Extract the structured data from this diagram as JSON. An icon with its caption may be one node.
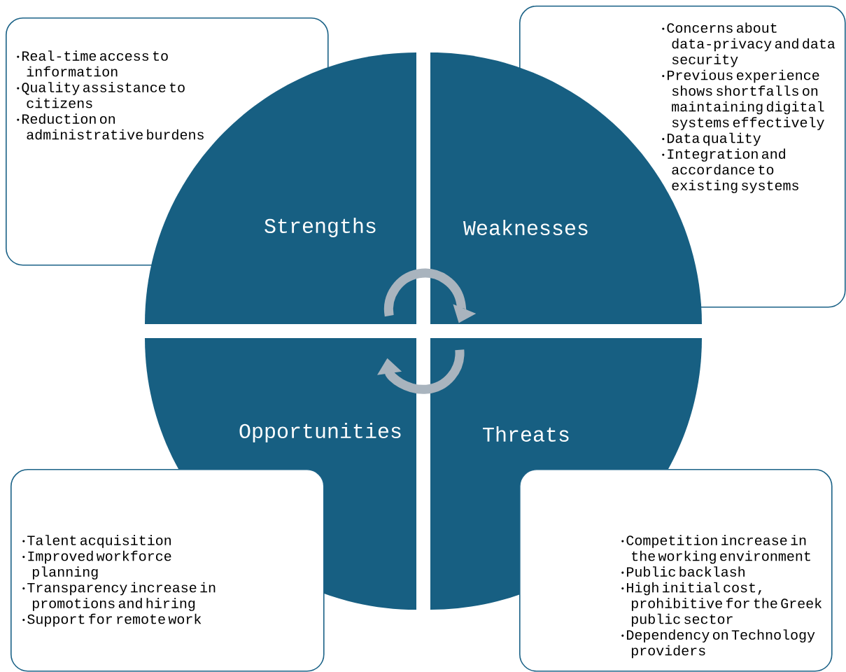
{
  "diagram": {
    "nodes": [
      {
        "text": [
          "Real-time access to information",
          "Quality assistance to citizens",
          "Reduction on administrative burdens"
        ]
      },
      {
        "text": [
          "Concerns about data-privacy and data security",
          "Previous experience shows shortfalls on maintaining digital systems effectively",
          "Data quality",
          "Integration and accordance to existing systems"
        ]
      },
      {
        "text": [
          "Strengths"
        ]
      },
      {
        "text": [
          "Weaknesses"
        ]
      },
      {
        "text": [
          "Opportunities"
        ]
      },
      {
        "text": [
          "Threats"
        ]
      },
      {
        "text": [
          "Talent acquisition",
          "Improved workforce planning",
          "Transparency increase in promotions and hiring",
          "Support for remote work"
        ]
      },
      {
        "text": [
          "Competition increase in the working environment",
          "Public backlash",
          "High initial cost, prohibitive for the Greek public sector",
          "Dependency on Technology providers"
        ]
      }
    ],
    "edges": [
      {
        "from": 2,
        "to": 3,
        "arrow": "to"
      },
      {
        "from": 5,
        "to": 4,
        "arrow": "to"
      }
    ]
  }
}
